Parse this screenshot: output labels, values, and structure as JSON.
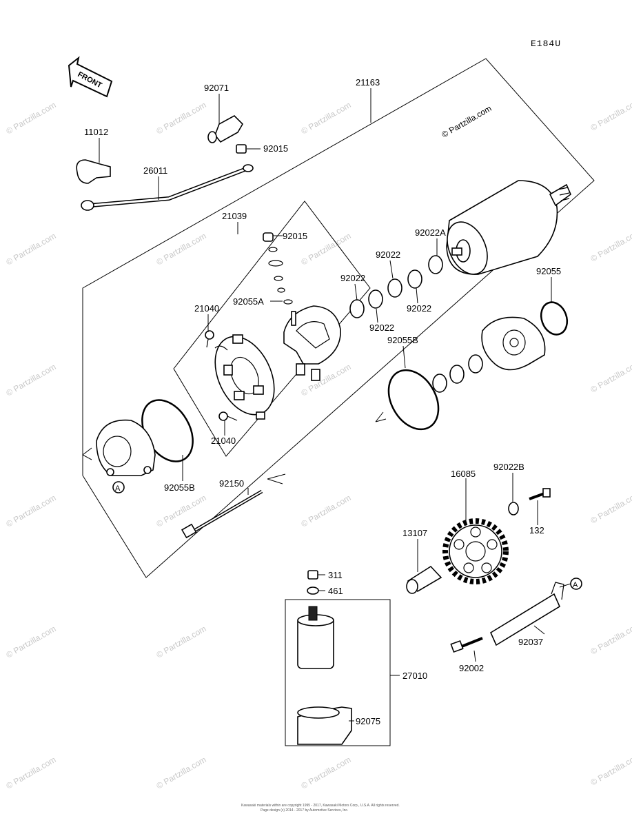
{
  "diagram_code": "E184U",
  "front_label": "FRONT",
  "watermark": "© Partzilla.com",
  "footer_lines": [
    "Kawasaki materials within are copyright 1995 - 2017, Kawasaki Motors Corp., U.S.A. All rights reserved.",
    "Page design (c) 2014 - 2017 by Automotive Services, Inc."
  ],
  "ref_marker": "A",
  "callouts": {
    "c92071": "92071",
    "c21163": "21163",
    "c11012": "11012",
    "c92015a": "92015",
    "c26011": "26011",
    "c21039": "21039",
    "c92015b": "92015",
    "c92022A": "92022A",
    "c92022_1": "92022",
    "c92022_2": "92022",
    "c92022_3": "92022",
    "c92022_4": "92022",
    "c92055A": "92055A",
    "c21040a": "21040",
    "c21040b": "21040",
    "c92055": "92055",
    "c92055B_1": "92055B",
    "c92055B_2": "92055B",
    "c92150": "92150",
    "c16085": "16085",
    "c92022B": "92022B",
    "c132": "132",
    "c13107": "13107",
    "c311": "311",
    "c461": "461",
    "c27010": "27010",
    "c92075": "92075",
    "c92037": "92037",
    "c92002": "92002"
  }
}
